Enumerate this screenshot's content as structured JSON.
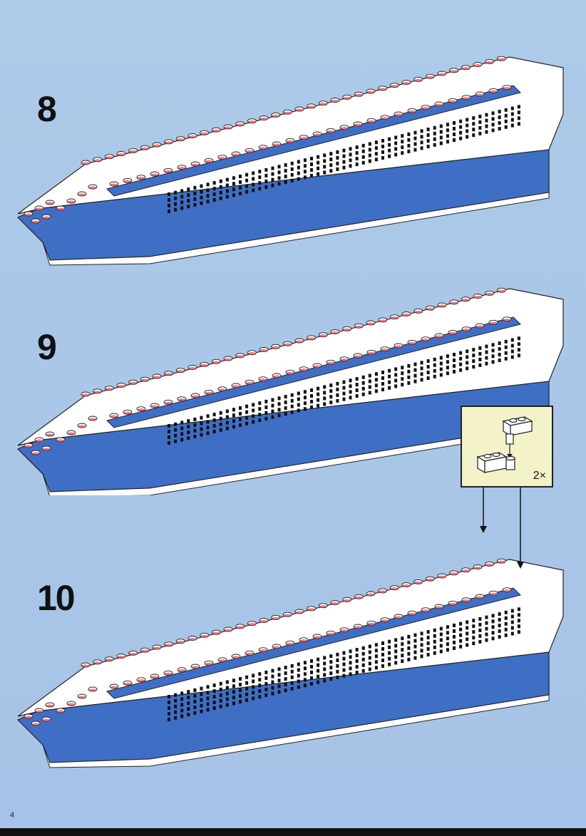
{
  "steps": [
    {
      "number": "8"
    },
    {
      "number": "9"
    },
    {
      "number": "10"
    }
  ],
  "callout": {
    "quantity": "2×"
  },
  "page": {
    "number": "4"
  },
  "colors": {
    "background": "#a9c5e8",
    "hull_blue": "#3f6fc4",
    "brick_white": "#ffffff",
    "stud_red": "#c81e28",
    "callout_bg": "#f4f2c8"
  }
}
